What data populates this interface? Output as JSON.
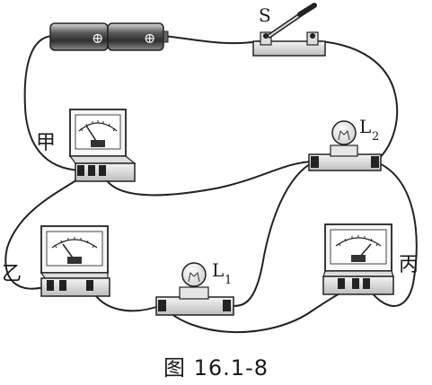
{
  "labels": {
    "switch": "S",
    "lamp1": "L",
    "lamp1_sub": "1",
    "lamp2": "L",
    "lamp2_sub": "2",
    "meter_jia": "甲",
    "meter_yi": "乙",
    "meter_bing": "丙"
  },
  "battery_terminal_symbols": [
    "⊕",
    "⊕"
  ],
  "caption": "图 16.1-8"
}
